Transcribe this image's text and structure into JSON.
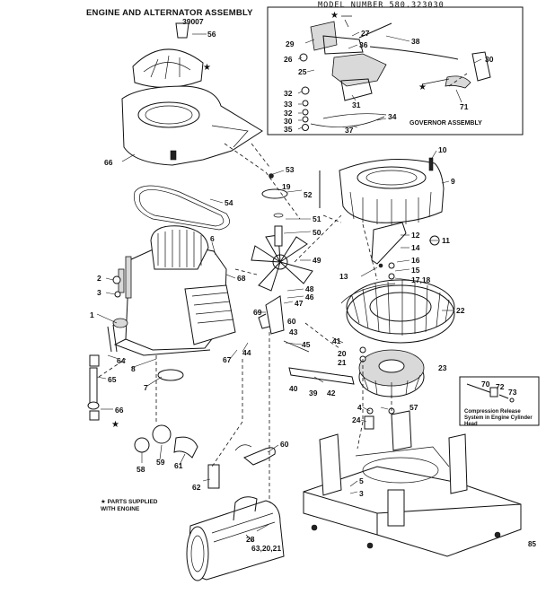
{
  "header": {
    "title": "ENGINE AND ALTERNATOR ASSEMBLY",
    "sub_part": "39007",
    "model": "MODEL NUMBER 580.323030"
  },
  "governor_assembly_label": "GOVERNOR ASSEMBLY",
  "compression_release_label": "Compression Release System in Engine Cylinder Head",
  "legend": {
    "symbol": "★",
    "text": "PARTS SUPPLIED WITH ENGINE"
  },
  "page_number": "85",
  "callouts": [
    "56",
    "66",
    "54",
    "53",
    "19",
    "52",
    "51",
    "50",
    "49",
    "48",
    "46",
    "47",
    "69",
    "60",
    "43",
    "45",
    "41",
    "40",
    "39",
    "42",
    "21",
    "20",
    "23",
    "22",
    "10",
    "9",
    "12",
    "14",
    "11",
    "16",
    "15",
    "17,18",
    "13",
    "6",
    "68",
    "2",
    "3",
    "1",
    "64",
    "8",
    "65",
    "7",
    "66",
    "67",
    "44",
    "4",
    "24",
    "5",
    "3",
    "57",
    "58",
    "59",
    "61",
    "60",
    "62",
    "63,20,21",
    "28",
    "29",
    "27",
    "36",
    "38",
    "30",
    "26",
    "25",
    "31",
    "32",
    "33",
    "32",
    "30",
    "35",
    "34",
    "37",
    "71",
    "70",
    "72",
    "73"
  ]
}
